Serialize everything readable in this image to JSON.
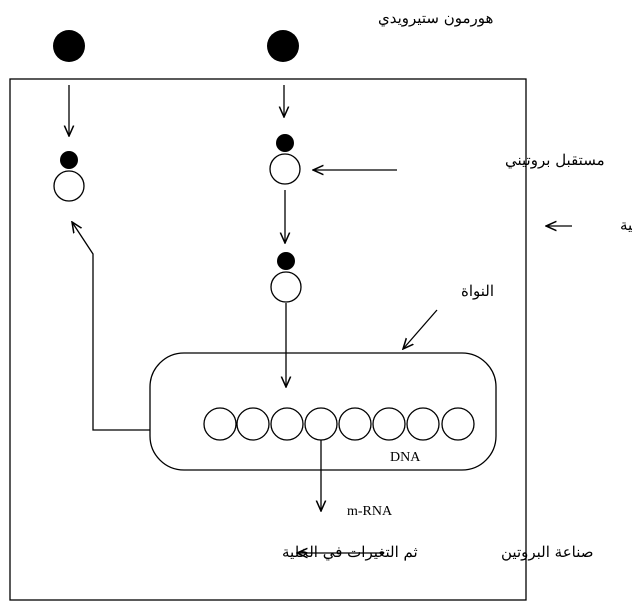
{
  "labels": {
    "hormone": "هورمون ستيرويدي",
    "receptor": "مستقبل بروتيني",
    "cell": "الخلية",
    "nucleus": "النواة",
    "dna": "DNA",
    "mrna": "m-RNA",
    "protein_synthesis": "صناعة البروتين",
    "cell_changes": "ثم التغيرات في الخلية"
  },
  "colors": {
    "ink": "#000000",
    "background": "#ffffff"
  }
}
